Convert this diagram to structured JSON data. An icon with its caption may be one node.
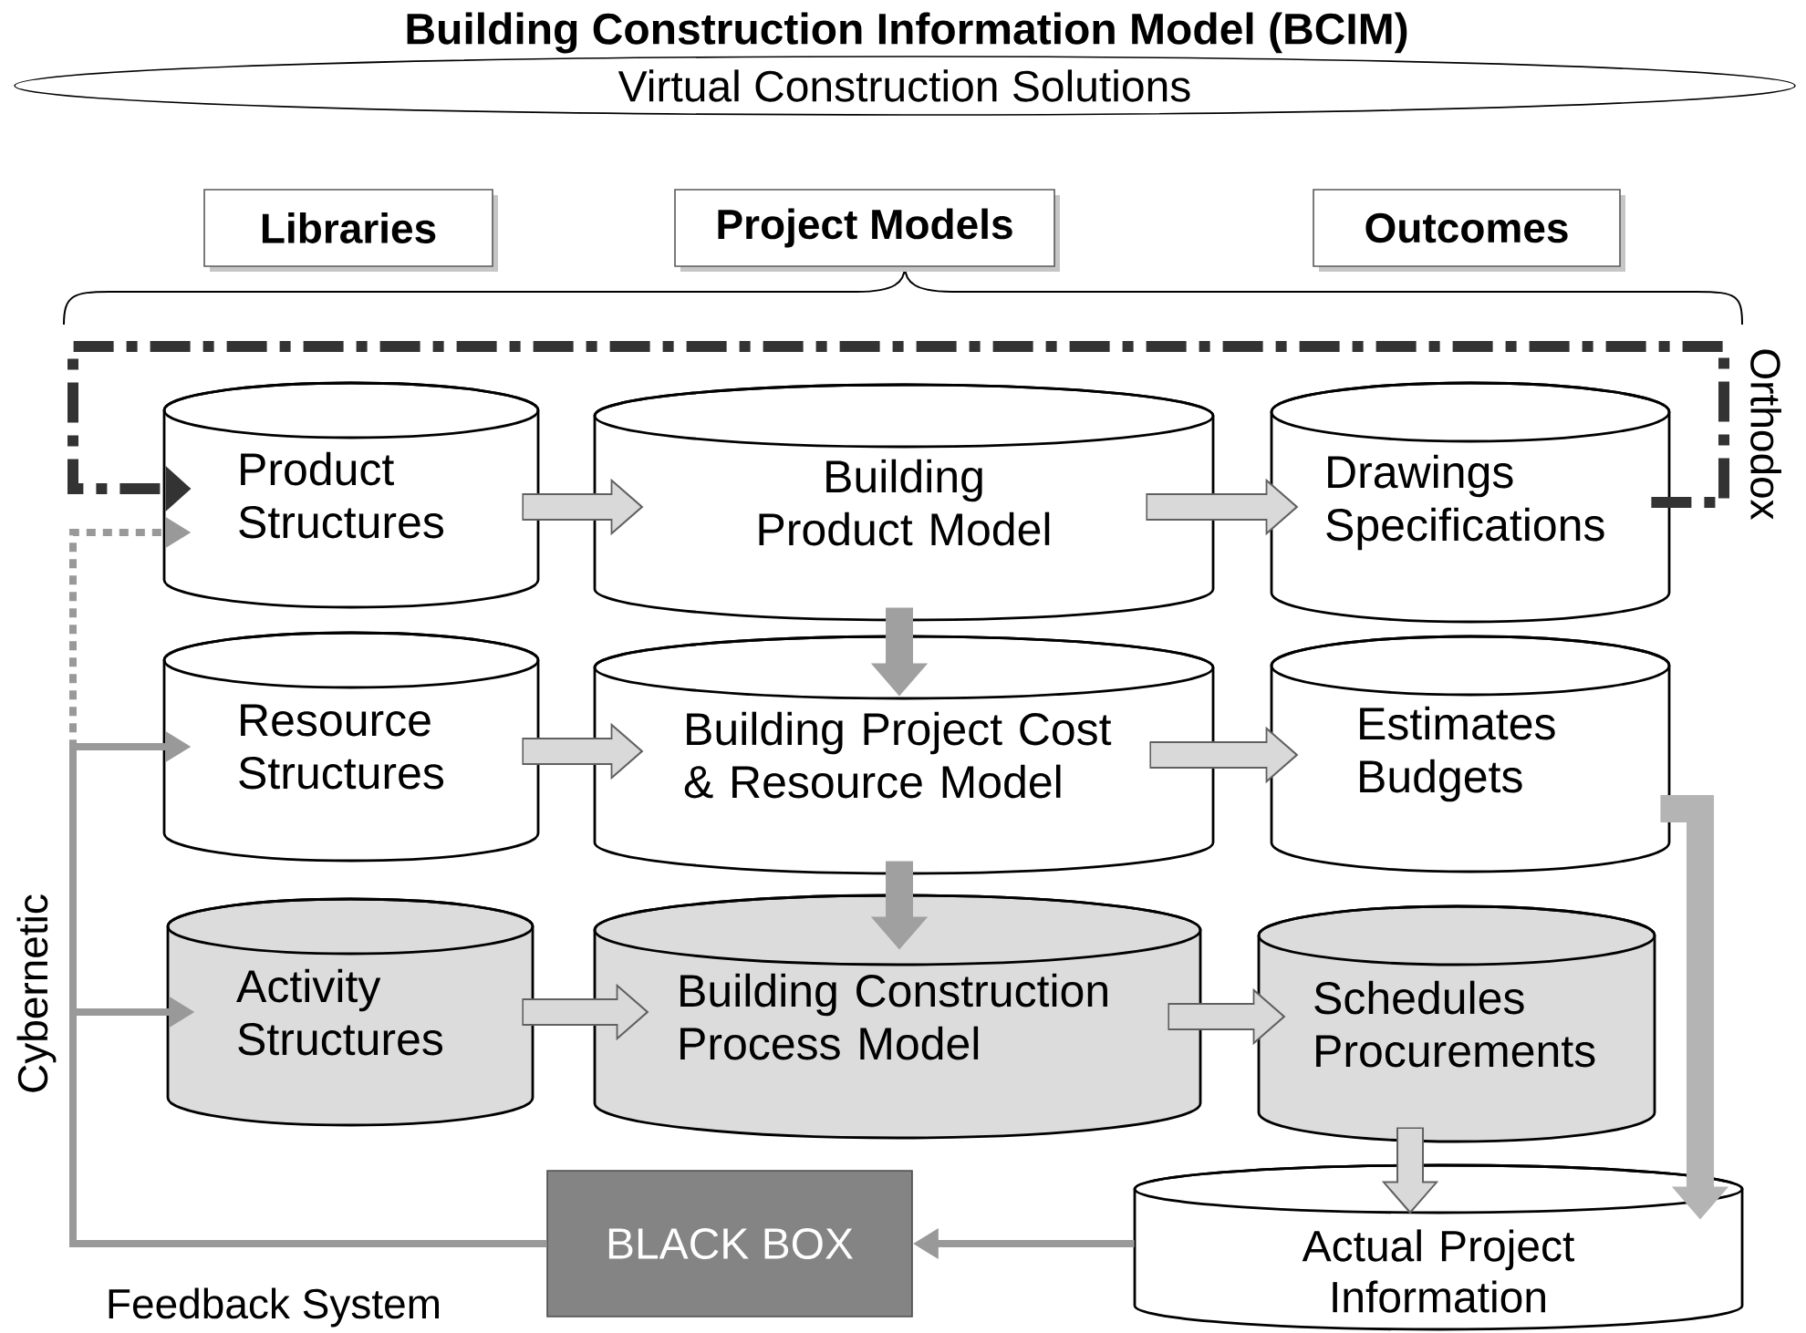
{
  "diagram": {
    "title": "Building Construction Information Model (BCIM)",
    "nodes": [
      {
        "text": [
          "Virtual Construction Solutions"
        ]
      },
      {
        "text": [
          "Libraries"
        ]
      },
      {
        "text": [
          "Project Models"
        ]
      },
      {
        "text": [
          "Outcomes"
        ]
      },
      {
        "text": [
          "Product Structures"
        ]
      },
      {
        "text": [
          "Building Product Model"
        ]
      },
      {
        "text": [
          "Drawings Specifications"
        ]
      },
      {
        "text": [
          "Resource Structures"
        ]
      },
      {
        "text": [
          "Building Project Cost & Resource Model"
        ]
      },
      {
        "text": [
          "Estimates Budgets"
        ]
      },
      {
        "text": [
          "Activity Structures"
        ]
      },
      {
        "text": [
          "Building Construction Process Model"
        ]
      },
      {
        "text": [
          "Schedules Procurements"
        ]
      },
      {
        "text": [
          "BLACK BOX"
        ]
      },
      {
        "text": [
          "Actual Project Information"
        ]
      }
    ],
    "edges": [
      {
        "from": 4,
        "to": 5,
        "arrow": "to"
      },
      {
        "from": 5,
        "to": 6,
        "arrow": "to"
      },
      {
        "from": 7,
        "to": 8,
        "arrow": "to"
      },
      {
        "from": 8,
        "to": 9,
        "arrow": "to"
      },
      {
        "from": 10,
        "to": 11,
        "arrow": "to"
      },
      {
        "from": 11,
        "to": 12,
        "arrow": "to"
      },
      {
        "from": 5,
        "to": 8,
        "arrow": "to",
        "color": "#a0a0a0"
      },
      {
        "from": 8,
        "to": 11,
        "arrow": "to",
        "color": "#a0a0a0"
      },
      {
        "from": 12,
        "to": 14,
        "arrow": "to"
      },
      {
        "from": 9,
        "to": 14,
        "arrow": "to",
        "color": "#b4b4b4"
      },
      {
        "from": 14,
        "to": 13,
        "arrow": "to",
        "color": "#999999"
      },
      {
        "from": 13,
        "to": 4,
        "arrow": "to",
        "style": "dashed",
        "color": "#999999"
      },
      {
        "from": 13,
        "to": 10,
        "arrow": "to",
        "color": "#999999"
      },
      {
        "from": 13,
        "to": 7,
        "arrow": "to",
        "color": "#999999"
      },
      {
        "from": 6,
        "to": 4,
        "arrow": "to",
        "style": "dashed",
        "color": "#333333"
      }
    ],
    "labels": [
      "Orthodox",
      "Cybernetic",
      "Feedback System"
    ]
  }
}
